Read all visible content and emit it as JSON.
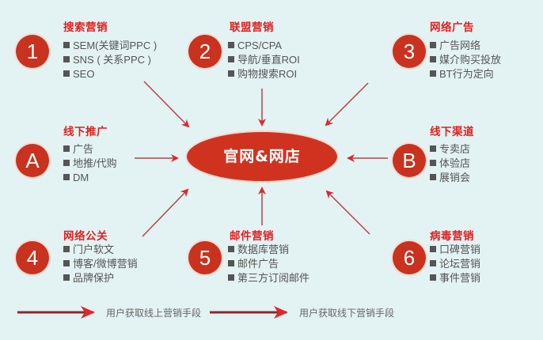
{
  "center": {
    "label": "官网&网店"
  },
  "nodes": [
    {
      "id": "1",
      "badge": "1",
      "title": "搜索营销",
      "items": [
        "SEM(关键词PPC )",
        "SNS ( 关系PPC )",
        "SEO"
      ]
    },
    {
      "id": "2",
      "badge": "2",
      "title": "联盟营销",
      "items": [
        "CPS/CPA",
        "导航/垂直ROI",
        "购物搜索ROI"
      ]
    },
    {
      "id": "3",
      "badge": "3",
      "title": "网络广告",
      "items": [
        "广告网络",
        "媒介购买投放",
        "BT行为定向"
      ]
    },
    {
      "id": "A",
      "badge": "A",
      "title": "线下推广",
      "items": [
        "广告",
        "地推/代购",
        "DM"
      ]
    },
    {
      "id": "B",
      "badge": "B",
      "title": "线下渠道",
      "items": [
        "专卖店",
        "体验店",
        "展销会"
      ]
    },
    {
      "id": "4",
      "badge": "4",
      "title": "网络公关",
      "items": [
        "门户软文",
        "博客/微博营销",
        "品牌保护"
      ]
    },
    {
      "id": "5",
      "badge": "5",
      "title": "邮件营销",
      "items": [
        "数据库营销",
        "邮件广告",
        "第三方订阅邮件"
      ]
    },
    {
      "id": "6",
      "badge": "6",
      "title": "病毒营销",
      "items": [
        "口碑营销",
        "论坛营销",
        "事件营销"
      ]
    }
  ],
  "legend": {
    "online": "用户获取线上营销手段",
    "offline": "用户获取线下营销手段"
  },
  "colors": {
    "background": "#e3f2f2",
    "accent": "#c8321e",
    "title": "#e02020",
    "item_text": "#555555",
    "online_arrow": "#d9262a",
    "offline_arrow": "#8b2a2a"
  }
}
